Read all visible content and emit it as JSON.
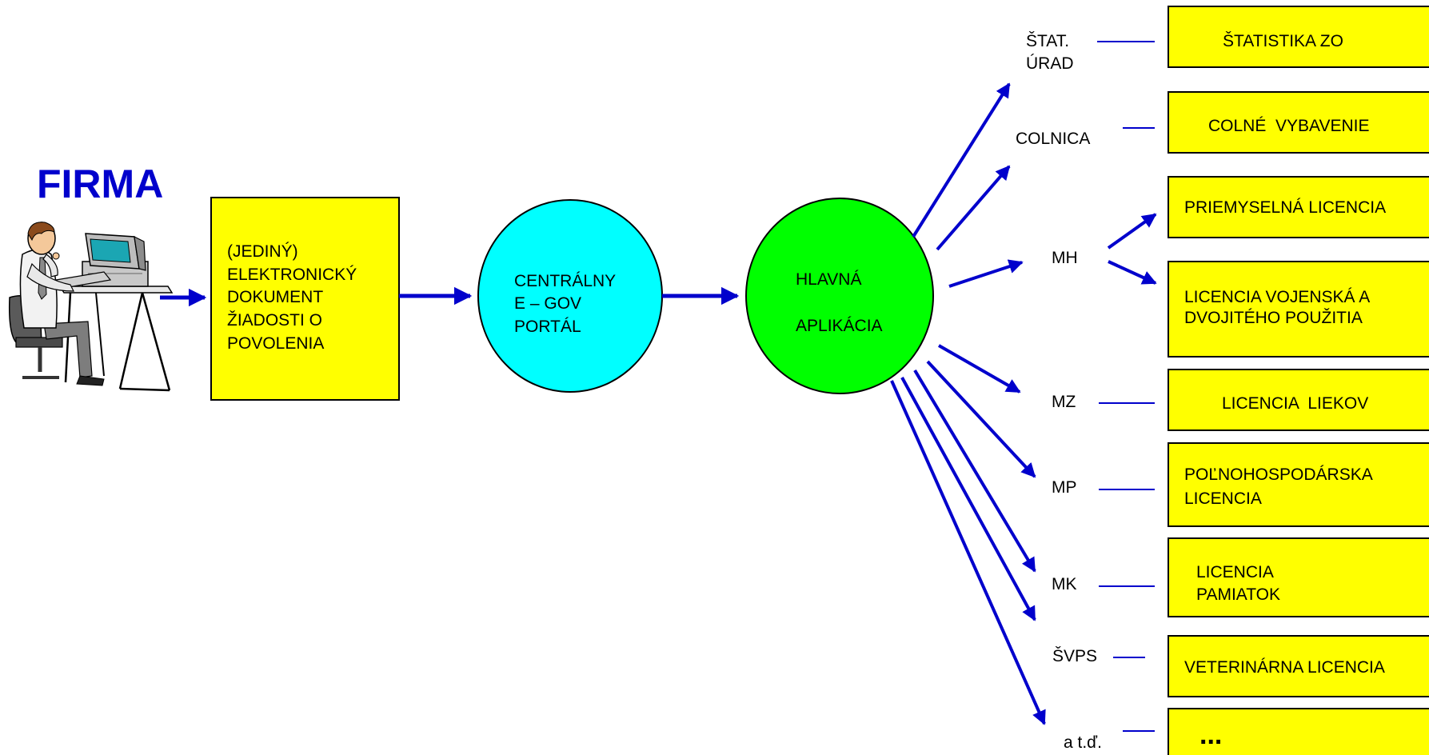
{
  "firma": {
    "title": "FIRMA",
    "illustration": "person-at-computer"
  },
  "document": {
    "lines": [
      "(JEDINÝ)",
      "ELEKTRONICKÝ",
      "DOKUMENT",
      "ŽIADOSTI O",
      "POVOLENIA"
    ]
  },
  "portal": {
    "lines": [
      "CENTRÁLNY",
      "E – GOV",
      "PORTÁL"
    ]
  },
  "main_app": {
    "lines": [
      "HLAVNÁ",
      "",
      "APLIKÁCIA"
    ]
  },
  "offices": {
    "stat_urad": {
      "lines": [
        "ŠTAT.",
        "ÚRAD"
      ]
    },
    "colnica": {
      "label": "COLNICA"
    },
    "mh": {
      "label": "MH"
    },
    "mz": {
      "label": "MZ"
    },
    "mp": {
      "label": "MP"
    },
    "mk": {
      "label": "MK"
    },
    "svps": {
      "label": "ŠVPS"
    },
    "atd": {
      "label": "a t.ď."
    }
  },
  "outcomes": {
    "statistika": {
      "lines": [
        "ŠTATISTIKA ZO"
      ]
    },
    "colne": {
      "lines": [
        "COLNÉ  VYBAVENIE"
      ]
    },
    "priemyselna": {
      "lines": [
        "PRIEMYSELNÁ LICENCIA"
      ]
    },
    "vojenska": {
      "lines": [
        "LICENCIA VOJENSKÁ A",
        "DVOJITÉHO POUŽITIA"
      ]
    },
    "liekov": {
      "lines": [
        "LICENCIA  LIEKOV"
      ]
    },
    "polnohospodarska": {
      "lines": [
        "POĽNOHOSPODÁRSKA",
        "LICENCIA"
      ]
    },
    "pamiatok": {
      "lines": [
        "LICENCIA",
        "PAMIATOK"
      ]
    },
    "veterinarna": {
      "lines": [
        "VETERINÁRNA LICENCIA"
      ]
    },
    "more": {
      "label": "..."
    }
  },
  "colors": {
    "box_fill": "#ffff00",
    "portal_fill": "#00ffff",
    "app_fill": "#00ff00",
    "arrow": "#0000cc",
    "title": "#0000cc"
  }
}
